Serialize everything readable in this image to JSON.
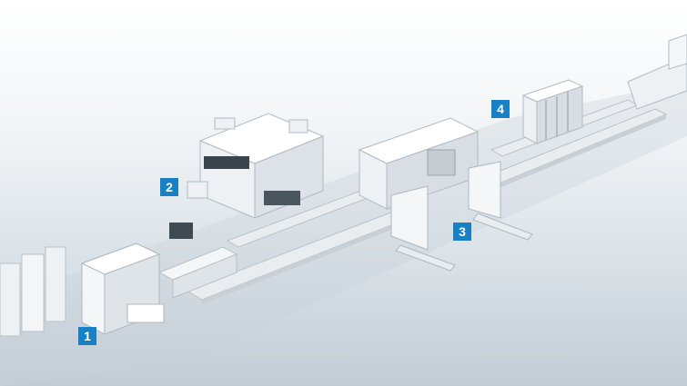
{
  "station_markers": [
    {
      "label": "1",
      "color": "#1a80c4"
    },
    {
      "label": "2",
      "color": "#1a80c4"
    },
    {
      "label": "3",
      "color": "#1a80c4"
    },
    {
      "label": "4",
      "color": "#1a80c4"
    }
  ],
  "colors": {
    "background_top": "#ffffff",
    "background_bottom": "#c2ccd4",
    "machine_light": "#f4f6f8",
    "machine_shade": "#d5dbe0",
    "conveyor": "#e6eaed"
  }
}
